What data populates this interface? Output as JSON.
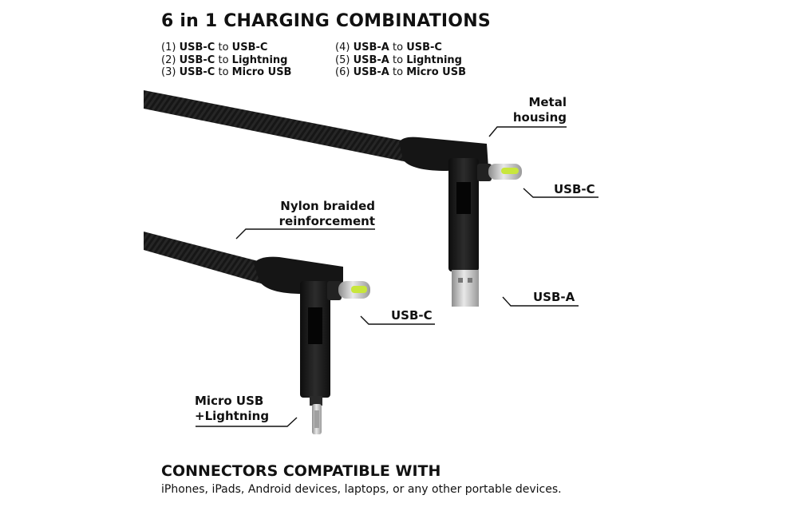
{
  "title": "6 in 1 CHARGING COMBINATIONS",
  "combinations": [
    {
      "num": "(1)",
      "from": "USB-C",
      "to": "to",
      "target": "USB-C"
    },
    {
      "num": "(2)",
      "from": "USB-C",
      "to": "to",
      "target": "Lightning"
    },
    {
      "num": "(3)",
      "from": "USB-C",
      "to": "to",
      "target": "Micro USB"
    },
    {
      "num": "(4)",
      "from": "USB-A",
      "to": "to",
      "target": "USB-C"
    },
    {
      "num": "(5)",
      "from": "USB-A",
      "to": "to",
      "target": "Lightning"
    },
    {
      "num": "(6)",
      "from": "USB-A",
      "to": "to",
      "target": "Micro USB"
    }
  ],
  "callouts": {
    "metal_housing": [
      "Metal",
      "housing"
    ],
    "usbc_top": "USB-C",
    "nylon": [
      "Nylon braided",
      "reinforcement"
    ],
    "usba": "USB-A",
    "usbc_bottom": "USB-C",
    "micro_lightning": [
      "Micro USB",
      "+Lightning"
    ]
  },
  "footer": {
    "title": "CONNECTORS COMPATIBLE WITH",
    "text": "iPhones, iPads, Android devices, laptops, or any other portable devices."
  },
  "colors": {
    "cable": "#1a1a1a",
    "connector_tip": "#c8e63c",
    "metal": "#b8b8b8"
  }
}
